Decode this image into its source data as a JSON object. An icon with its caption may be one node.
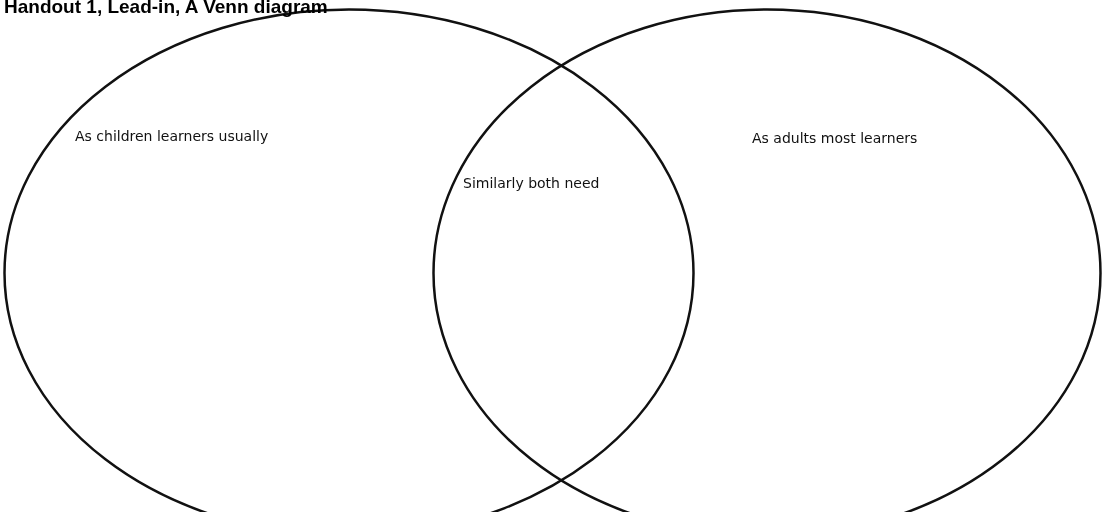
{
  "diagram": {
    "title": "Handout 1, Lead-in, A Venn diagram",
    "nodes": [
      {
        "text": [
          "As children learners usually"
        ]
      },
      {
        "text": [
          "As adults most learners"
        ]
      }
    ],
    "labels": [
      "Similarly both need"
    ]
  }
}
